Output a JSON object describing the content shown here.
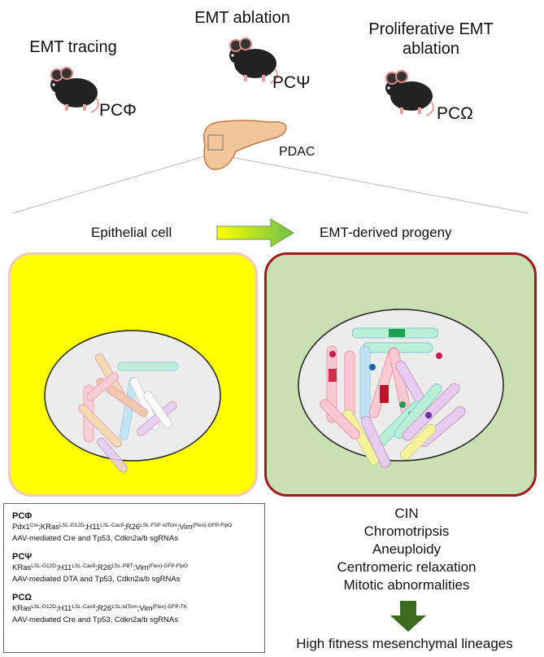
{
  "models": [
    {
      "id": "tracing",
      "title": "EMT tracing",
      "label": "PCΦ"
    },
    {
      "id": "ablation",
      "title": "EMT ablation",
      "label": "PCΨ"
    },
    {
      "id": "prolif",
      "title_line1": "Proliferative EMT",
      "title_line2": "ablation",
      "label": "PCΩ"
    }
  ],
  "organ_label": "PDAC",
  "transition": {
    "left": "Epithelial cell",
    "right": "EMT-derived progeny"
  },
  "colors": {
    "epithelial_bg": "#ffff00",
    "epithelial_border": "#f2c9b8",
    "emt_bg": "#c8e0b2",
    "emt_border": "#a01c1c",
    "nucleus": "#ececec",
    "down_arrow": "#3a6b1e"
  },
  "legend": [
    {
      "name": "PCΦ",
      "genotype": [
        {
          "t": "Pdx1",
          "s": "Cre"
        },
        {
          "t": ";KRas",
          "s": "LSL-G12D"
        },
        {
          "t": ";H11",
          "s": "LSL-Cas9"
        },
        {
          "t": ";R26",
          "s": "LSL-FSF-tdTom"
        },
        {
          "t": ";Vim",
          "s": "(Flex)-GFP-FlpO"
        }
      ],
      "aav": "AAV-mediated Cre and Tp53, Cdkn2a/b sgRNAs"
    },
    {
      "name": "PCΨ",
      "genotype": [
        {
          "t": "KRas",
          "s": "LSL-G12D"
        },
        {
          "t": ";H11",
          "s": "LSL-Cas9"
        },
        {
          "t": ";R26",
          "s": "LSL-PBT"
        },
        {
          "t": ";Vim",
          "s": "(Flex)-GFP-FlpO"
        }
      ],
      "aav": "AAV-mediated DTA and Tp53, Cdkn2a/b sgRNAs"
    },
    {
      "name": "PCΩ",
      "genotype": [
        {
          "t": "KRas",
          "s": "LSL-G12D"
        },
        {
          "t": ";H11",
          "s": "LSL-Cas9"
        },
        {
          "t": ";R26",
          "s": "LSL-tdTom"
        },
        {
          "t": ";Vim",
          "s": "(Flex)-GFP-TK"
        }
      ],
      "aav": "AAV-mediated Cre and Tp53, Cdkn2a/b sgRNAs"
    }
  ],
  "features": [
    "CIN",
    "Chromotripsis",
    "Aneuploidy",
    "Centromeric relaxation",
    "Mitotic abnormalities"
  ],
  "outcome": "High fitness mesenchymal lineages"
}
